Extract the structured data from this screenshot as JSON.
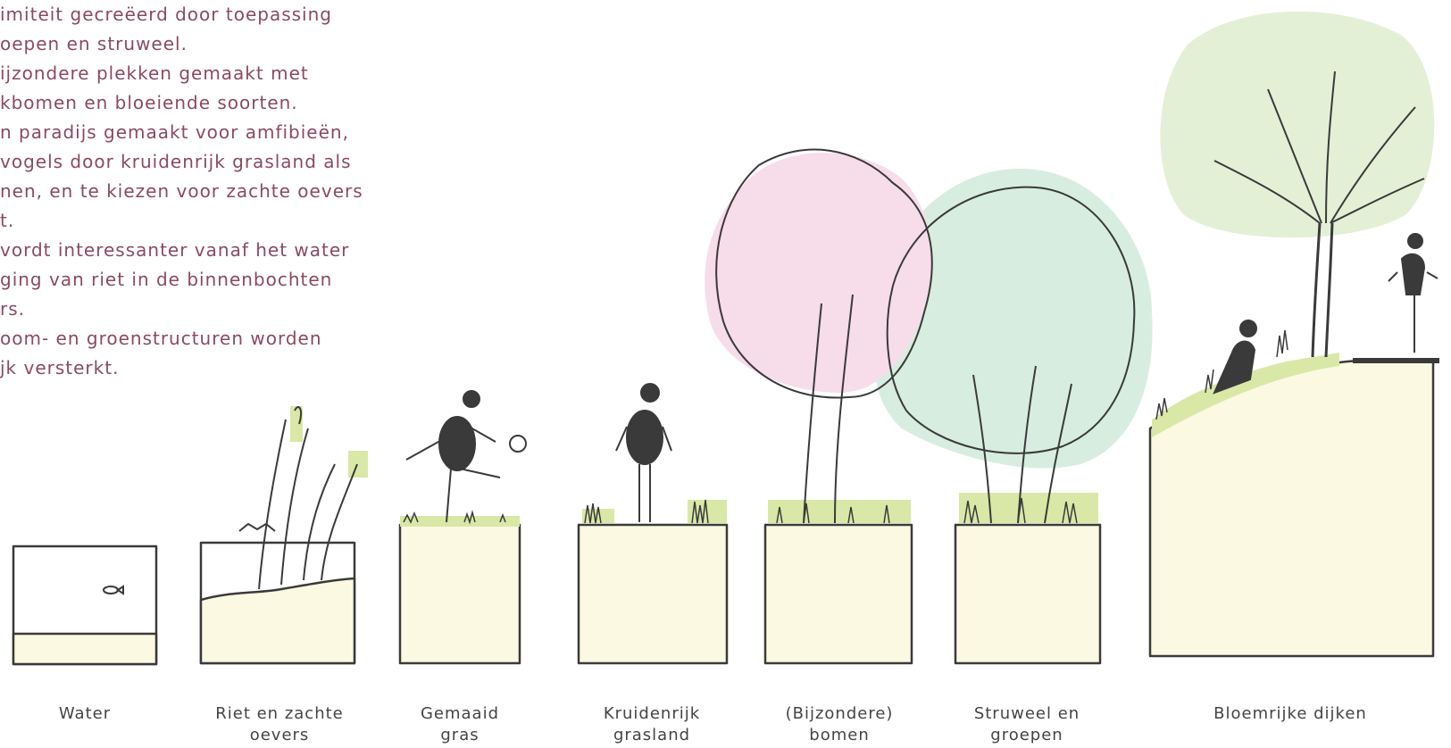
{
  "intro_lines": [
    "imiteit gecreëerd door toepassing",
    "oepen en struweel.",
    "ijzondere plekken gemaakt met",
    "kbomen en bloeiende soorten.",
    "n paradijs gemaakt voor amfibieën,",
    "vogels door kruidenrijk grasland als",
    "nen, en te kiezen voor zachte oevers",
    "t.",
    "vordt interessanter vanaf het water",
    "ging van riet in de binnenbochten",
    "rs.",
    "oom- en groenstructuren worden",
    "jk versterkt."
  ],
  "captions": {
    "water": [
      "Water"
    ],
    "riet": [
      "Riet en zachte",
      "oevers"
    ],
    "gras": [
      "Gemaaid",
      "gras"
    ],
    "kruiden": [
      "Kruidenrijk",
      "grasland"
    ],
    "bomen": [
      "(Bijzondere)",
      "bomen"
    ],
    "struweel": [
      "Struweel en",
      "groepen"
    ],
    "dijken": [
      "Bloemrijke dijken"
    ]
  },
  "colors": {
    "soil": "#fbf9e1",
    "grass": "#d9e8a6",
    "pink": "#f7dcea",
    "mint": "#d7ede0",
    "pale_green": "#e3f0d6",
    "ink": "#3a3a3a",
    "text": "#8b4a5e"
  }
}
